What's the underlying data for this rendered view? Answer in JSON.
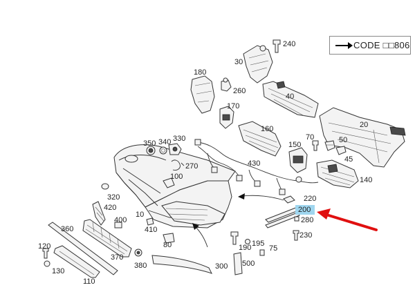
{
  "code_box": {
    "text": "CODE □□806"
  },
  "highlight": {
    "part": "200",
    "color": "#9fd6ef"
  },
  "pointer_color": "#e01010",
  "labels": {
    "l240": "240",
    "l30": "30",
    "l180": "180",
    "l260": "260",
    "l40": "40",
    "l170": "170",
    "l20": "20",
    "l160": "160",
    "l70": "70",
    "l350": "350",
    "l340": "340",
    "l330": "330",
    "l150": "150",
    "l50": "50",
    "l45": "45",
    "l270": "270",
    "l430": "430",
    "l140": "140",
    "l100": "100",
    "l220": "220",
    "l200": "200",
    "l280": "280",
    "l320": "320",
    "l420": "420",
    "l10": "10",
    "l400": "400",
    "l230": "230",
    "l410": "410",
    "l360": "360",
    "l190": "190",
    "l195": "195",
    "l75": "75",
    "l120": "120",
    "l80": "80",
    "l370": "370",
    "l500": "500",
    "l380": "380",
    "l300": "300",
    "l130": "130",
    "l110": "110"
  }
}
